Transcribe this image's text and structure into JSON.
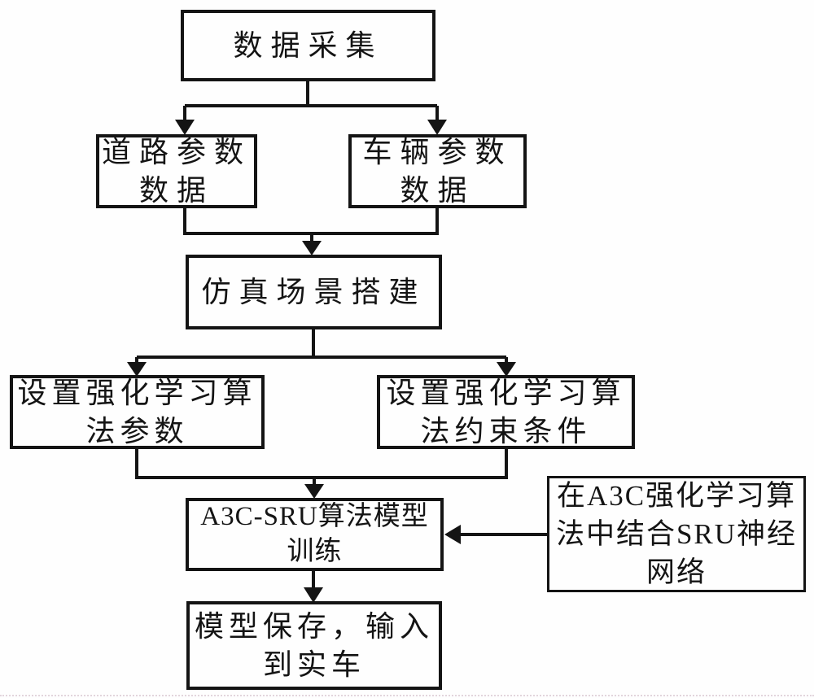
{
  "colors": {
    "ink": "#141414",
    "background": "#fefefe"
  },
  "nodes": {
    "data_collection": {
      "lines": [
        "数据采集"
      ]
    },
    "road_params": {
      "lines": [
        "道路参数",
        "数据"
      ]
    },
    "vehicle_params": {
      "lines": [
        "车辆参数",
        "数据"
      ]
    },
    "sim_scene": {
      "lines": [
        "仿真场景搭建"
      ]
    },
    "rl_params": {
      "lines": [
        "设置强化学习算",
        "法参数"
      ]
    },
    "rl_constraints": {
      "lines": [
        "设置强化学习算",
        "法约束条件"
      ]
    },
    "a3c_training": {
      "lines": [
        "A3C-SRU算法模型",
        "训练"
      ]
    },
    "sru_note": {
      "lines": [
        "在A3C强化学习算",
        "法中结合SRU神经",
        "网络"
      ]
    },
    "model_save": {
      "lines": [
        "模型保存，输入",
        "到实车"
      ]
    }
  }
}
